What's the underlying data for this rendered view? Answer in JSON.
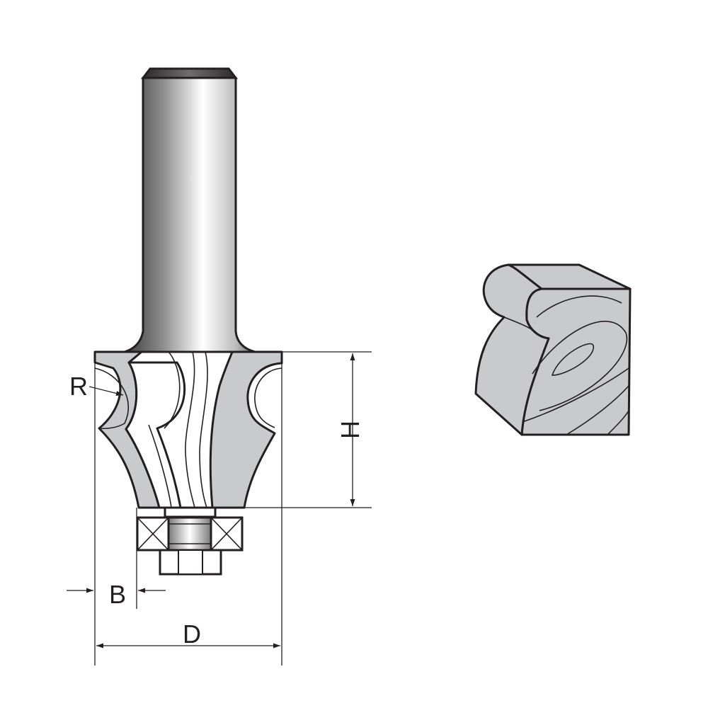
{
  "dimensions": {
    "radius_label": "R",
    "height_label": "H",
    "offset_label": "B",
    "diameter_label": "D"
  },
  "colors": {
    "outline": "#231f20",
    "cutter_fill": "#c8cacb",
    "profile_fill": "#c8cacb",
    "background": "#ffffff"
  },
  "parts": [
    "shank",
    "cutter-body",
    "bearing",
    "workpiece-profile"
  ]
}
